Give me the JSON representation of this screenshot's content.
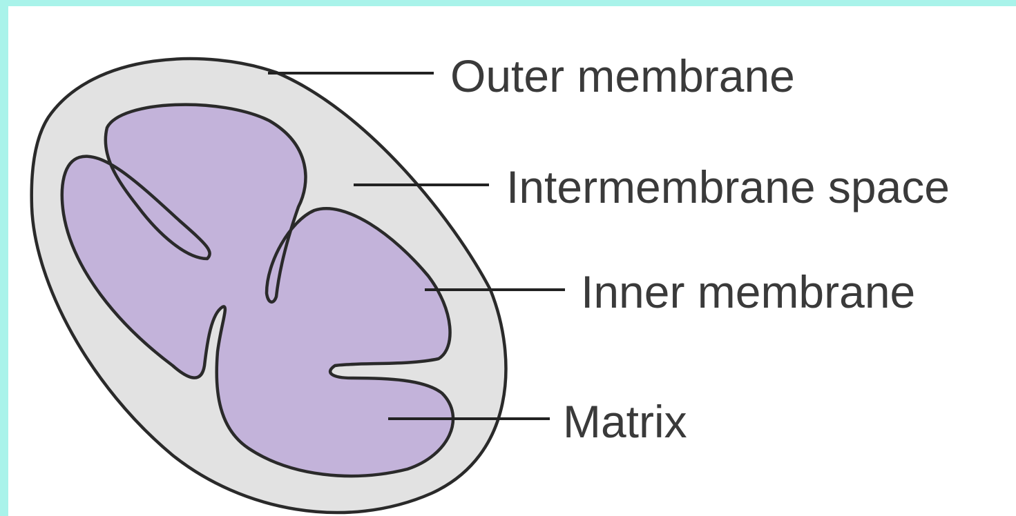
{
  "diagram": {
    "labels": {
      "outer_membrane": "Outer membrane",
      "intermembrane_space": "Intermembrane space",
      "inner_membrane": "Inner membrane",
      "matrix": "Matrix"
    },
    "colors": {
      "background_border": "#a9f3ea",
      "outer_fill": "#e2e2e2",
      "matrix_fill": "#c3b3da",
      "outline": "#2a2a2a",
      "text": "#3a3a3a"
    }
  }
}
